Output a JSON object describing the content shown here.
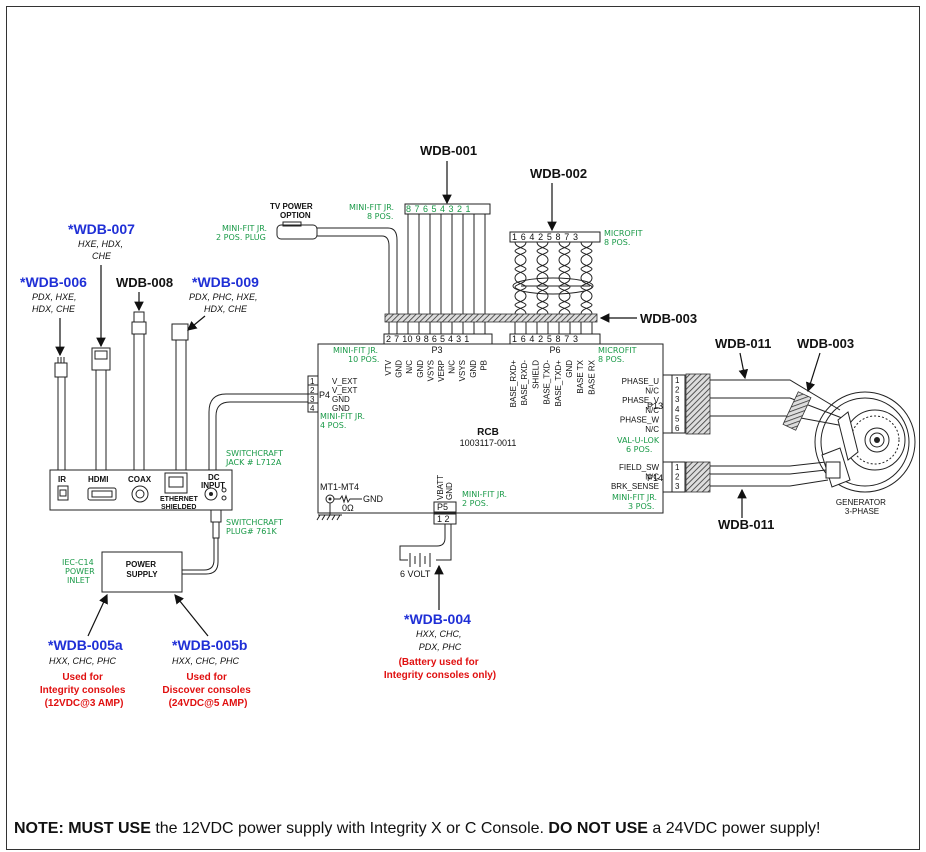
{
  "labels": {
    "wdb001": "WDB-001",
    "wdb002": "WDB-002",
    "wdb003_top": "WDB-003",
    "wdb003_right": "WDB-003",
    "wdb011_top": "WDB-011",
    "wdb011_bottom": "WDB-011",
    "wdb006": "*WDB-006",
    "wdb006_models_1": "PDX, HXE,",
    "wdb006_models_2": "HDX, CHE",
    "wdb007": "*WDB-007",
    "wdb007_models_1": "HXE, HDX,",
    "wdb007_models_2": "CHE",
    "wdb008": "WDB-008",
    "wdb009": "*WDB-009",
    "wdb009_models_1": "PDX, PHC, HXE,",
    "wdb009_models_2": "HDX, CHE",
    "wdb004": "*WDB-004",
    "wdb004_models_1": "HXX, CHC,",
    "wdb004_models_2": "PDX, PHC",
    "wdb004_note_1": "(Battery used for",
    "wdb004_note_2": "Integrity consoles only)",
    "wdb005a": "*WDB-005a",
    "wdb005a_models": "HXX, CHC, PHC",
    "wdb005a_note_1": "Used for",
    "wdb005a_note_2": "Integrity consoles",
    "wdb005a_note_3": "(12VDC@3 AMP)",
    "wdb005b": "*WDB-005b",
    "wdb005b_models": "HXX, CHC, PHC",
    "wdb005b_note_1": "Used for",
    "wdb005b_note_2": "Discover consoles",
    "wdb005b_note_3": "(24VDC@5 AMP)"
  },
  "connectors": {
    "tv_power_1": "TV POWER",
    "tv_power_2": "OPTION",
    "minifit_2pos_1": "MINI-FIT JR.",
    "minifit_2pos_2": "2 POS. PLUG",
    "minifit_8pos_1": "MINI-FIT JR.",
    "minifit_8pos_2": "8 POS.",
    "p8_pins": "8 7 6 5 4 3 2 1",
    "microfit_top_1": "MICROFIT",
    "microfit_top_2": "8 POS.",
    "p6_top_pins": "1 6 4 2 5 8 7 3",
    "p3_pins": "2 7 10 9 8 6 5 4 3 1",
    "p6_pins": "1 6 4 2 5 8 7 3",
    "p3_name": "P3",
    "p6_name": "P6",
    "minifit_10pos_1": "MINI-FIT JR.",
    "minifit_10pos_2": "10 POS.",
    "microfit_p6_1": "MICROFIT",
    "microfit_p6_2": "8 POS.",
    "p3_signals": [
      "VTV",
      "GND",
      "N/C",
      "GND",
      "VSYS",
      "VERP",
      "N/C",
      "VSYS",
      "GND",
      "PB"
    ],
    "p6_signals": [
      "BASE_RXD+",
      "BASE_RXD-",
      "SHIELD",
      "BASE_TXD-",
      "BASE_TXD+",
      "GND",
      "BASE TX",
      "BASE RX"
    ],
    "p4_pins": [
      "1",
      "2",
      "3",
      "4"
    ],
    "p4_name": "P4",
    "p4_signals": [
      "V_EXT",
      "V_EXT",
      "GND",
      "GND"
    ],
    "minifit_4pos_1": "MINI-FIT JR.",
    "minifit_4pos_2": "4 POS.",
    "p13_pins": [
      "1",
      "2",
      "3",
      "4",
      "5",
      "6"
    ],
    "p13_name": "P13",
    "p13_signals": [
      "PHASE_U",
      "N/C",
      "PHASE_V",
      "N/C",
      "PHASE_W",
      "N/C"
    ],
    "valulok_1": "VAL-U-LOK",
    "valulok_2": "6 POS.",
    "p14_pins": [
      "1",
      "2",
      "3"
    ],
    "p14_name": "P14",
    "p14_signals": [
      "FIELD_SW",
      "N/C",
      "BRK_SENSE"
    ],
    "minifit_3pos_1": "MINI-FIT JR.",
    "minifit_3pos_2": "3 POS.",
    "p5_name": "P5",
    "p5_pins": "1 2",
    "p5_signals": [
      "VBATT",
      "GND"
    ],
    "minifit_p5_1": "MINI-FIT JR.",
    "minifit_p5_2": "2 POS.",
    "switchcraft_jack_1": "SWITCHCRAFT",
    "switchcraft_jack_2": "JACK # L712A",
    "switchcraft_plug_1": "SWITCHCRAFT",
    "switchcraft_plug_2": "PLUG# 761K",
    "iec_1": "IEC-C14",
    "iec_2": "POWER",
    "iec_3": "INLET"
  },
  "board": {
    "rcb": "RCB",
    "part": "1003117-0011",
    "mt": "MT1-MT4",
    "gnd": "GND",
    "ohm": "0Ω"
  },
  "panel": {
    "ir": "IR",
    "hdmi": "HDMI",
    "coax": "COAX",
    "ethernet_1": "ETHERNET",
    "ethernet_2": "SHIELDED",
    "dc_1": "DC",
    "dc_2": "INPUT"
  },
  "power_supply": {
    "line1": "POWER",
    "line2": "SUPPLY"
  },
  "battery": "6 VOLT",
  "generator": {
    "line1": "GENERATOR",
    "line2": "3-PHASE"
  },
  "note": {
    "p1": "NOTE: ",
    "p2": "MUST USE",
    "p3": " the 12VDC power supply with Integrity X or C Console. ",
    "p4": "DO NOT USE",
    "p5": " a 24VDC power supply!"
  }
}
